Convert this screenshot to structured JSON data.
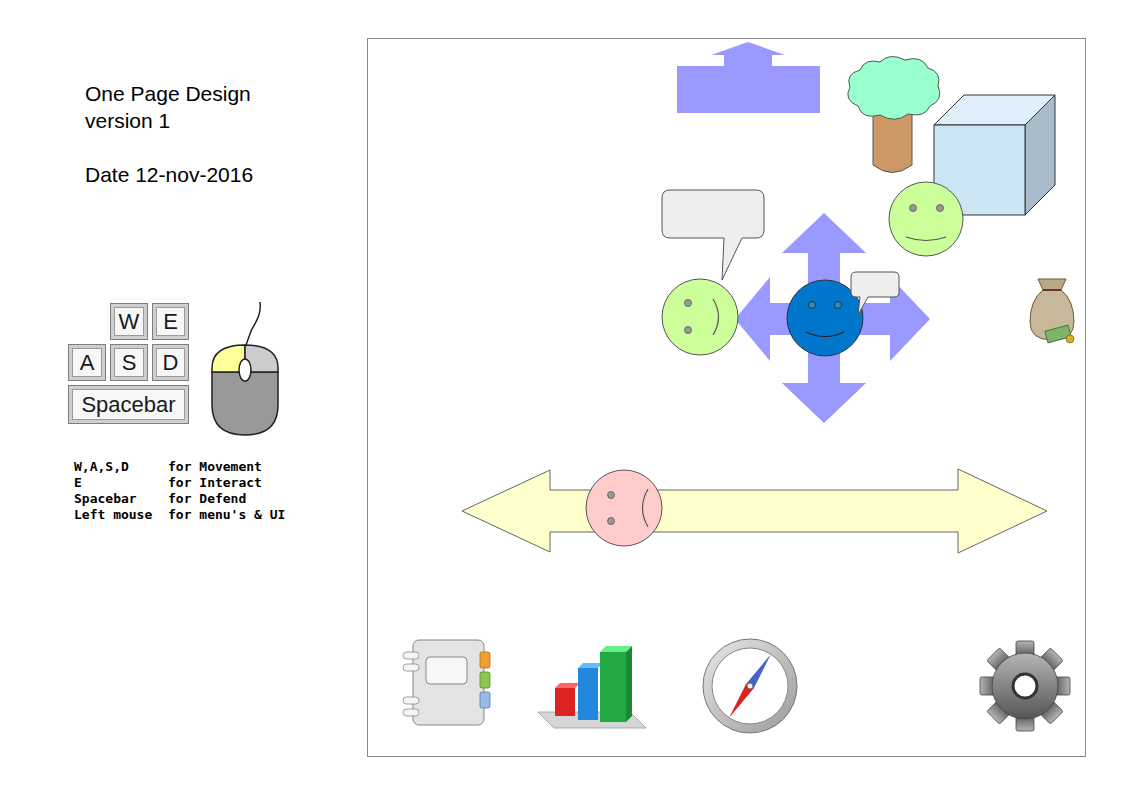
{
  "diagram": {
    "title": "One Page Design",
    "nodes": [
      {
        "text": [
          "W"
        ]
      },
      {
        "text": [
          "E"
        ]
      },
      {
        "text": [
          "A"
        ]
      },
      {
        "text": [
          "S"
        ]
      },
      {
        "text": [
          "D"
        ]
      },
      {
        "text": [
          "Spacebar"
        ]
      }
    ],
    "labels": [
      "version 1",
      "Date 12-nov-2016",
      "W,A,S,D",
      "for Movement",
      "E",
      "for Interact",
      "Spacebar",
      "for Defend",
      "Left mouse",
      "for menu's & UI"
    ]
  }
}
